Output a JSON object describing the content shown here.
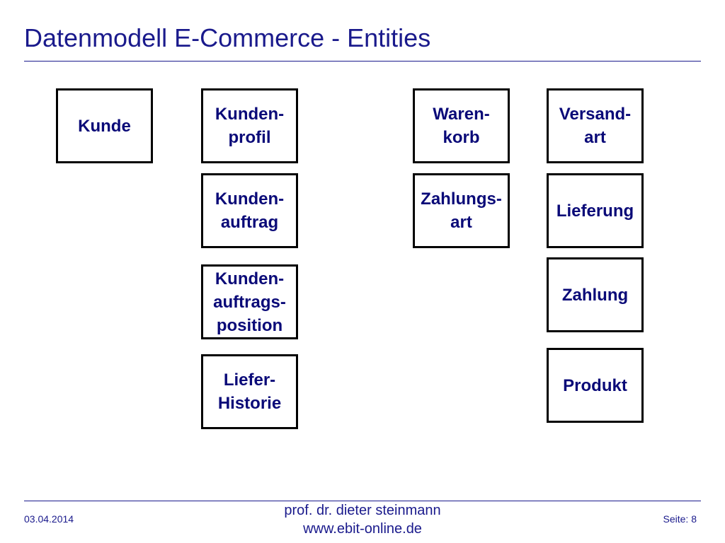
{
  "slide": {
    "title": "Datenmodell E-Commerce - Entities"
  },
  "colors": {
    "text_primary": "#1a1a8c",
    "entity_text": "#0a0a78",
    "entity_border": "#000000",
    "background": "#ffffff"
  },
  "entities": [
    {
      "id": "kunde",
      "label": "Kunde"
    },
    {
      "id": "kundenprofil",
      "label": "Kunden-\nprofil"
    },
    {
      "id": "kundenauftrag",
      "label": "Kunden-\nauftrag"
    },
    {
      "id": "kundenauftragsposition",
      "label": "Kunden-\nauftrags-\nposition"
    },
    {
      "id": "lieferhistorie",
      "label": "Liefer-\nHistorie"
    },
    {
      "id": "warenkorb",
      "label": "Waren-\nkorb"
    },
    {
      "id": "zahlungsart",
      "label": "Zahlungs-\nart"
    },
    {
      "id": "versandart",
      "label": "Versand-\nart"
    },
    {
      "id": "lieferung",
      "label": "Lieferung"
    },
    {
      "id": "zahlung",
      "label": "Zahlung"
    },
    {
      "id": "produkt",
      "label": "Produkt"
    }
  ],
  "footer": {
    "date": "03.04.2014",
    "author": "prof. dr. dieter steinmann",
    "website": "www.ebit-online.de",
    "page": "Seite: 8"
  }
}
